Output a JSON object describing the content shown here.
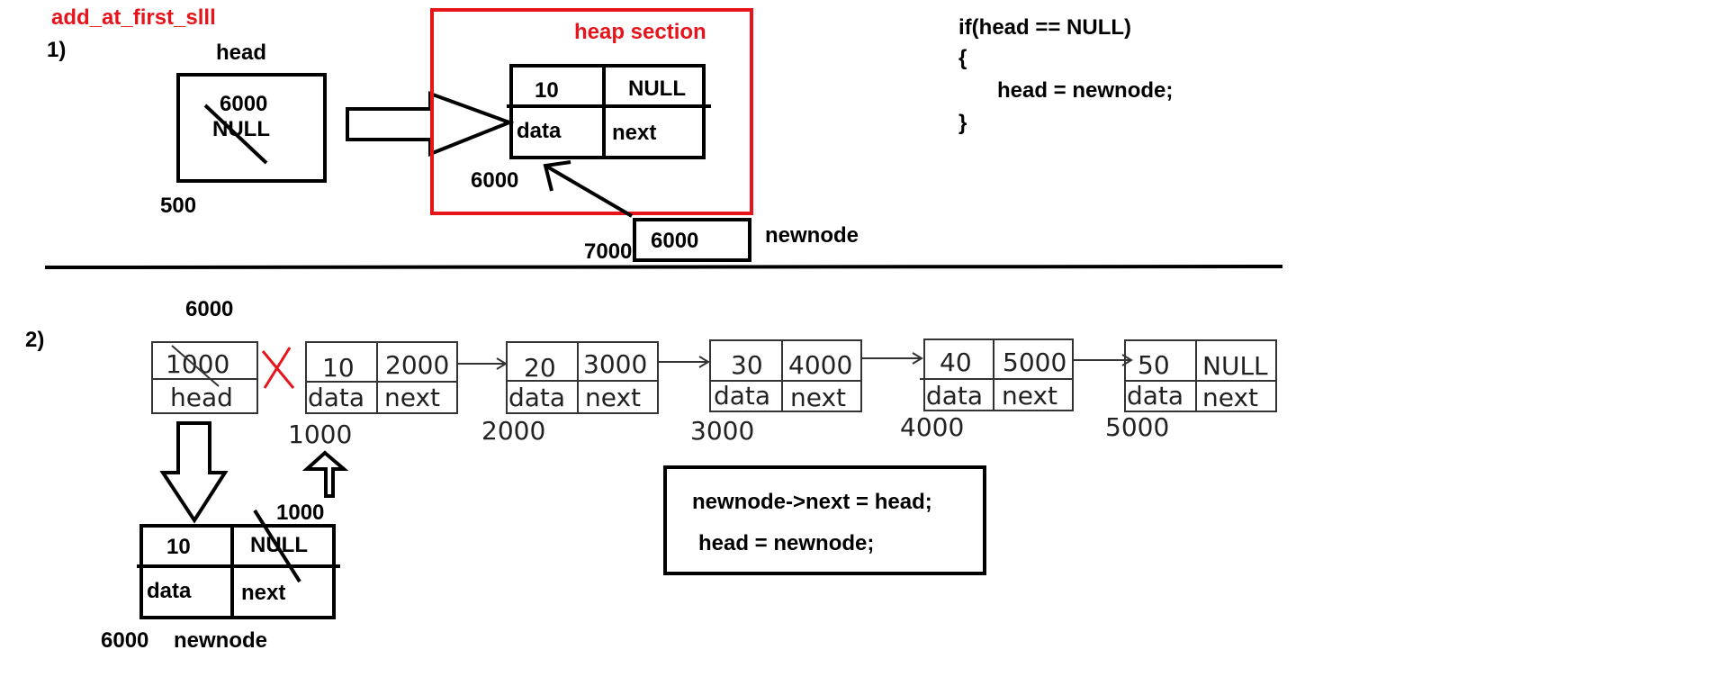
{
  "title": "add_at_first_slll",
  "part1": {
    "step": "1)",
    "head_label": "head",
    "head_value": "6000",
    "head_old_value": "NULL",
    "head_address": "500",
    "heap_label": "heap section",
    "node": {
      "data": "10",
      "next": "NULL",
      "data_label": "data",
      "next_label": "next",
      "address": "6000"
    },
    "newnode_address": "7000",
    "newnode_value": "6000",
    "newnode_label": "newnode",
    "code": [
      "if(head == NULL)",
      "{",
      "head = newnode;",
      "}"
    ]
  },
  "part2": {
    "step": "2)",
    "head_new_value": "6000",
    "head_old_value": "1000",
    "head_label": "head",
    "field_data": "data",
    "field_next": "next",
    "list": [
      {
        "data": "10",
        "next": "2000",
        "address": "1000"
      },
      {
        "data": "20",
        "next": "3000",
        "address": "2000"
      },
      {
        "data": "30",
        "next": "4000",
        "address": "3000"
      },
      {
        "data": "40",
        "next": "5000",
        "address": "4000"
      },
      {
        "data": "50",
        "next": "NULL",
        "address": "5000"
      }
    ],
    "newnode": {
      "data": "10",
      "next_old": "NULL",
      "next_new": "1000",
      "data_label": "data",
      "next_label": "next",
      "address": "6000",
      "label": "newnode"
    },
    "code": [
      "newnode->next = head;",
      "head = newnode;"
    ]
  },
  "colors": {
    "accent": "#e8141c",
    "ink": "#000000"
  }
}
